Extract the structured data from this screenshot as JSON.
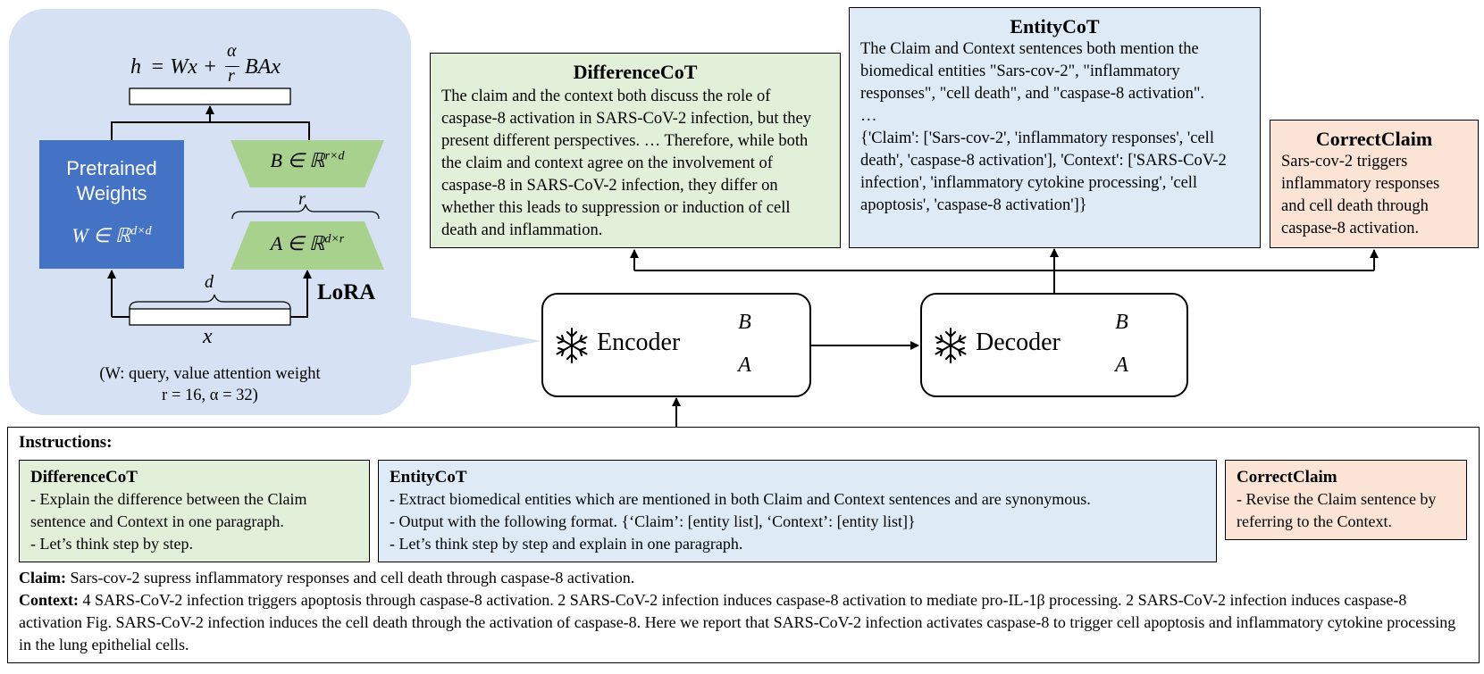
{
  "lora": {
    "formula": "h = Wx + (α/r)BAx",
    "formula_h": "h",
    "formula_eq": "= Wx +",
    "formula_alpha": "α",
    "formula_r": "r",
    "formula_bax": "BAx",
    "pretrained_line1": "Pretrained",
    "pretrained_line2": "Weights",
    "w_label": "W ∈ ℝ",
    "w_sup": "d×d",
    "b_label": "B ∈ ℝ",
    "b_sup": "r×d",
    "a_label": "A ∈ ℝ",
    "a_sup": "d×r",
    "r_brace": "r",
    "d_brace": "d",
    "x_label": "x",
    "lora_label": "LoRA",
    "note_line1": "(W: query, value attention weight",
    "note_line2": "r = 16, α = 32)"
  },
  "model": {
    "encoder": "Encoder",
    "decoder": "Decoder",
    "b": "B",
    "a": "A"
  },
  "outputs": {
    "difference": {
      "title": "DifferenceCoT",
      "text": "The claim and the context both discuss the role of caspase-8 activation in SARS-CoV-2 infection, but they present different perspectives. … Therefore, while both the claim and context agree on the involvement of caspase-8 in SARS-CoV-2 infection, they differ on whether this leads to suppression or induction of cell death and inflammation."
    },
    "entity": {
      "title": "EntityCoT",
      "text": "The Claim and Context sentences both mention the biomedical entities \"Sars-cov-2\", \"inflammatory responses\", \"cell death\", and \"caspase-8 activation\".",
      "ellipsis": "…",
      "list": "{'Claim': ['Sars-cov-2', 'inflammatory responses', 'cell death', 'caspase-8 activation'], 'Context': ['SARS-CoV-2 infection', 'inflammatory cytokine processing', 'cell apoptosis', 'caspase-8 activation']}"
    },
    "correct": {
      "title": "CorrectClaim",
      "text": "Sars-cov-2 triggers inflammatory responses and cell death through caspase-8 activation."
    }
  },
  "instructions": {
    "heading": "Instructions:",
    "difference": {
      "title": "DifferenceCoT",
      "lines": [
        "- Explain the difference between the Claim sentence and Context in one paragraph.",
        "- Let’s think step by step."
      ]
    },
    "entity": {
      "title": "EntityCoT",
      "lines": [
        "- Extract biomedical entities which are mentioned in both Claim and Context sentences and are synonymous.",
        "- Output with the following format. {‘Claim’: [entity list], ‘Context’: [entity list]}",
        "- Let’s think step by step and explain in one paragraph."
      ]
    },
    "correct": {
      "title": "CorrectClaim",
      "lines": [
        "- Revise the Claim sentence by referring to the Context."
      ]
    },
    "claim_label": "Claim:",
    "claim_text": "Sars-cov-2 supress inflammatory responses and cell death through caspase-8 activation.",
    "context_label": "Context:",
    "context_text": "4 SARS-CoV-2 infection triggers apoptosis through caspase-8 activation. 2 SARS-CoV-2 infection induces caspase-8 activation to mediate pro-IL-1β processing. 2 SARS-CoV-2 infection induces caspase-8 activation Fig. SARS-CoV-2 infection induces the cell death through the activation of caspase-8. Here we report that SARS-CoV-2 infection activates caspase-8 to trigger cell apoptosis and inflammatory cytokine processing in the lung epithelial cells."
  },
  "colors": {
    "panel": "#d6e2f3",
    "pretrained": "#4472c4",
    "lora_green": "#a9d18e",
    "green_box": "#e2efd9",
    "blue_box": "#deebf7",
    "peach_box": "#fbe4d5"
  },
  "icons": [
    "snowflake-icon"
  ]
}
